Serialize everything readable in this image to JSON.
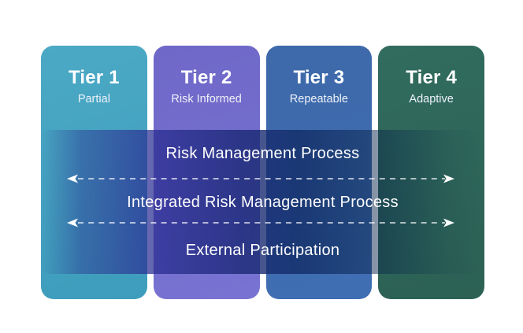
{
  "tiers": [
    {
      "title": "Tier 1",
      "subtitle": "Partial",
      "gradient_top": "#4BA9C5",
      "gradient_bottom": "#3E9DBC"
    },
    {
      "title": "Tier 2",
      "subtitle": "Risk Informed",
      "gradient_top": "#6F68C8",
      "gradient_bottom": "#7873D2"
    },
    {
      "title": "Tier 3",
      "subtitle": "Repeatable",
      "gradient_top": "#3E69AA",
      "gradient_bottom": "#3F6EB3"
    },
    {
      "title": "Tier 4",
      "subtitle": "Adaptive",
      "gradient_top": "#316C5E",
      "gradient_bottom": "#2C6154"
    }
  ],
  "overlay": {
    "rows": [
      "Risk Management Process",
      "Integrated Risk Management Process",
      "External Participation"
    ],
    "arrow_color": "#FFFFFF"
  }
}
